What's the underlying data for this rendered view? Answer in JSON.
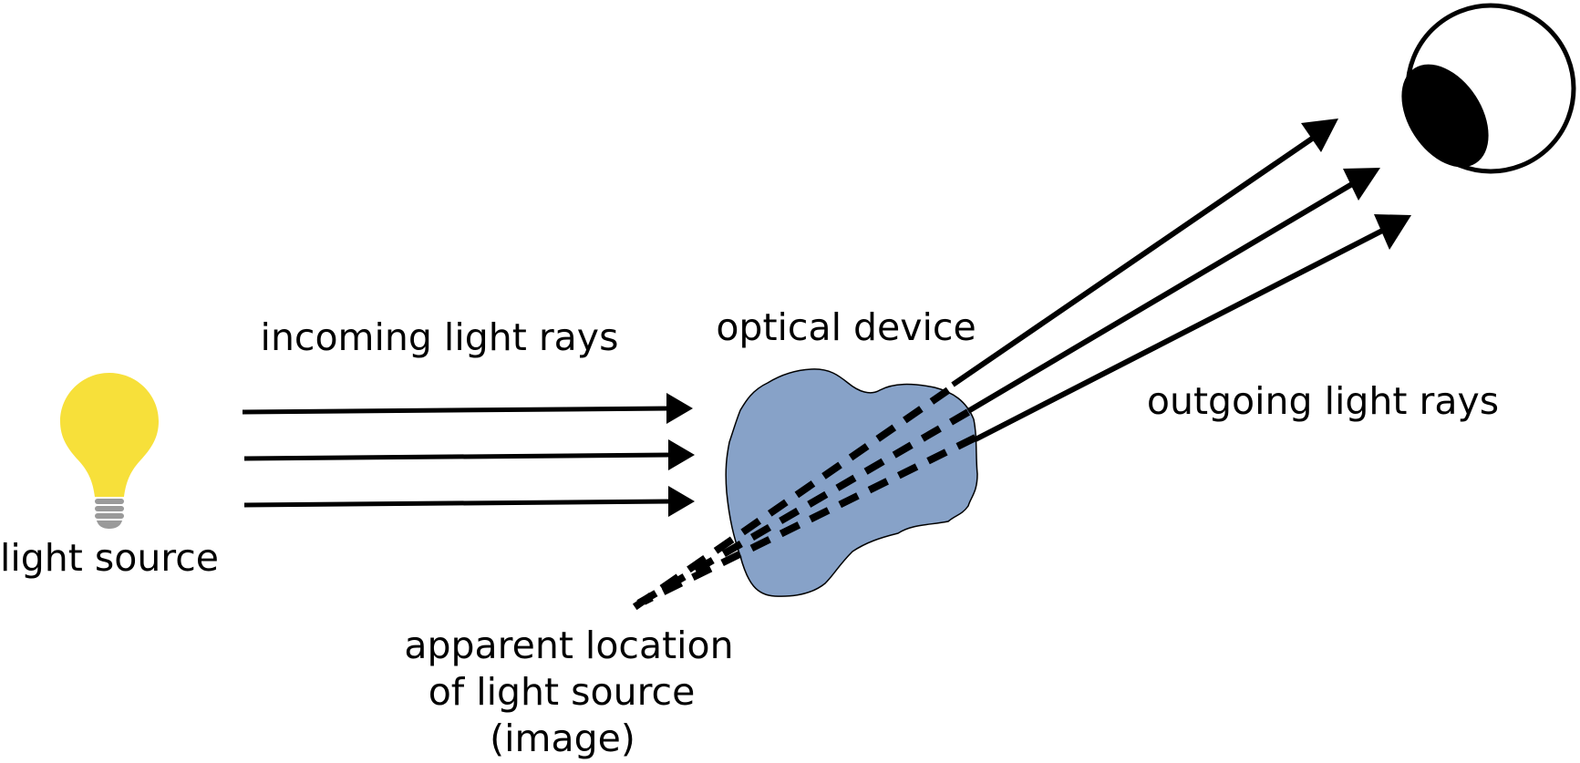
{
  "labels": {
    "light_source": "light source",
    "incoming": "incoming light rays",
    "optical_device": "optical device",
    "outgoing": "outgoing light rays",
    "apparent_line1": "apparent location",
    "apparent_line2": "of light source",
    "apparent_line3": "(image)"
  },
  "colors": {
    "bulb": "#f7e03a",
    "bulb_base": "#9a9a9a",
    "device": "#87a2c8",
    "ink": "#000000"
  },
  "rays": {
    "incoming_count": 3,
    "outgoing_count": 3,
    "virtual_style": "dashed"
  }
}
